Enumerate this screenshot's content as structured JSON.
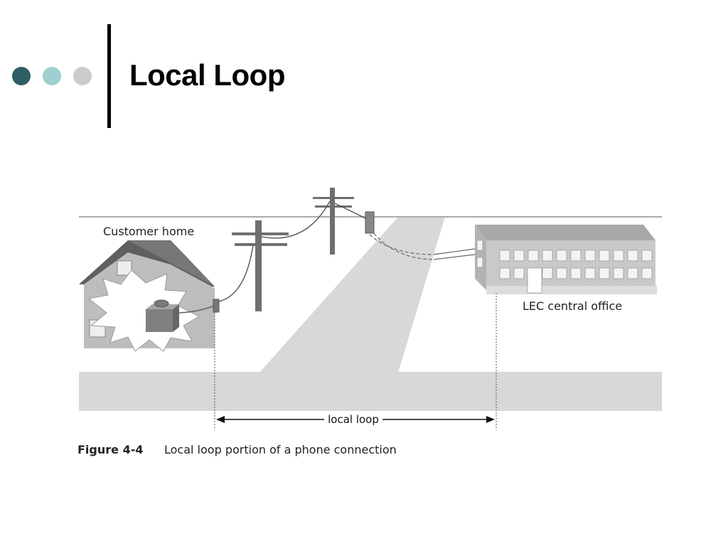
{
  "slide": {
    "title": "Local Loop",
    "bullet_colors": [
      "#2e5e66",
      "#9fcfd1",
      "#cccccc"
    ]
  },
  "figure": {
    "label_customer_home": "Customer home",
    "label_central_office": "LEC central office",
    "label_local_loop": "local loop",
    "caption_number": "Figure 4-4",
    "caption_text": "Local loop portion of a phone connection"
  }
}
